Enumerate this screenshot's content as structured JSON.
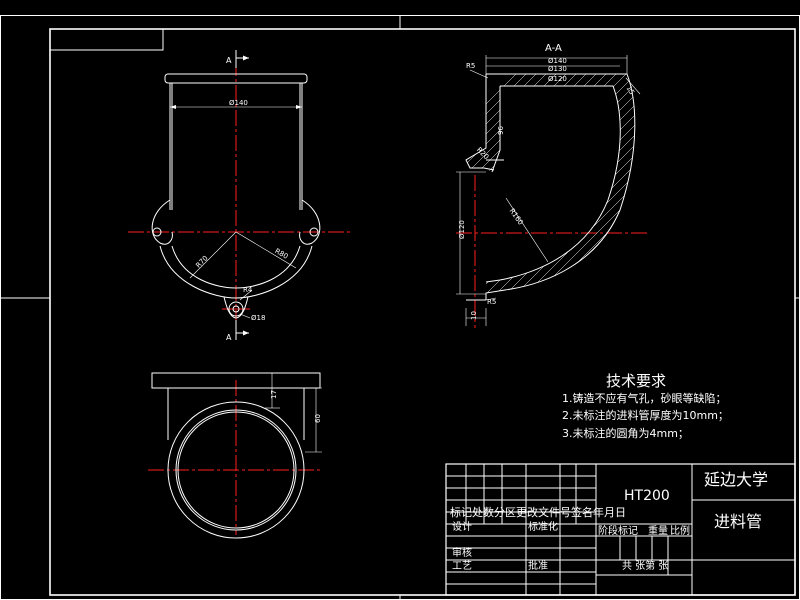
{
  "drawing": {
    "section_label": "A-A",
    "cut_marker": "A",
    "colors": {
      "line": "#ffffff",
      "center": "#ff2020",
      "background": "#000000"
    },
    "front_view": {
      "dia_140": "Ø140",
      "r_70": "R70",
      "r_80": "R80",
      "r4": "R4",
      "dia_18": "Ø18"
    },
    "section_view": {
      "dia_140": "Ø140",
      "dia_130": "Ø130",
      "dia_120": "Ø120",
      "r5_top": "R5",
      "d_96": "96",
      "r_20": "R20",
      "r_160": "R160",
      "dia_120_left": "Ø120",
      "d_15": "15",
      "r5_bottom": "R5",
      "d_10": "10"
    },
    "bottom_view": {
      "d_17": "17",
      "d_60": "60"
    },
    "tech_requirements": {
      "title": "技术要求",
      "items": [
        "1.铸造不应有气孔，砂眼等缺陷；",
        "2.未标注的进料管厚度为10mm；",
        "3.未标注的圆角为4mm；"
      ]
    },
    "title_block": {
      "material": "HT200",
      "university": "延边大学",
      "part_name": "进料管",
      "revision_header": "标记处数分区更改文件号签名年月日",
      "design": "设计",
      "standardization": "标准化",
      "stage_mark": "阶段标记",
      "weight": "重量",
      "scale": "比例",
      "review": "审核",
      "process": "工艺",
      "approve": "批准",
      "sheets": "共  张第  张"
    }
  }
}
